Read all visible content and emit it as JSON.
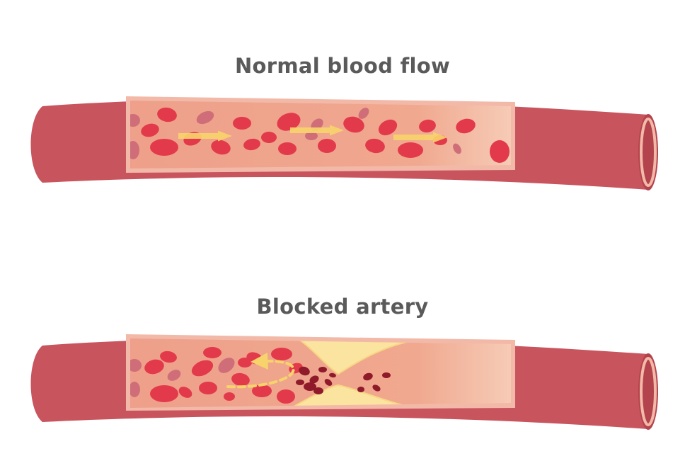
{
  "diagram": {
    "panels": [
      {
        "id": "normal",
        "title": "Normal blood flow",
        "state": "normal"
      },
      {
        "id": "blocked",
        "title": "Blocked artery",
        "state": "blocked"
      }
    ]
  },
  "colors": {
    "vessel_wall": "#c8545d",
    "vessel_wall_dark": "#b3434d",
    "vessel_rim": "#f3b9a8",
    "vessel_lumen": "#f0ac92",
    "red_blood_cell": "#e23a4a",
    "red_blood_cell_faded": "#cf6e78",
    "dark_clot_cell": "#8f1a2a",
    "plaque": "#fbe3a0",
    "plaque_edge": "#f7d783",
    "flow_arrow": "#f7d36b"
  },
  "icons": {
    "flow_arrow": "arrow-right-icon",
    "redirected_flow": "curved-arrow-back-icon"
  }
}
